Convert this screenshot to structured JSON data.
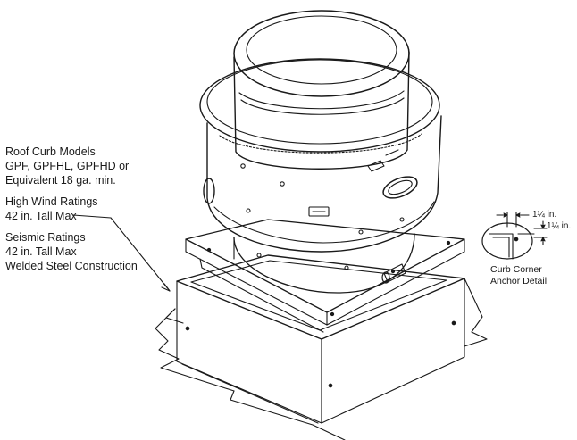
{
  "callouts": {
    "curb_models": [
      "Roof Curb Models",
      "GPF, GPFHL, GPFHD or",
      "Equivalent 18 ga. min."
    ],
    "high_wind": [
      "High Wind Ratings",
      "42 in. Tall Max"
    ],
    "seismic": [
      "Seismic Ratings",
      "42 in. Tall Max",
      "Welded Steel Construction"
    ]
  },
  "detail": {
    "dim_horizontal": "1¼ in.",
    "dim_vertical": "1¼ in.",
    "caption": [
      "Curb Corner",
      "Anchor Detail"
    ]
  },
  "colors": {
    "stroke": "#1a1a1a",
    "background": "#ffffff"
  }
}
